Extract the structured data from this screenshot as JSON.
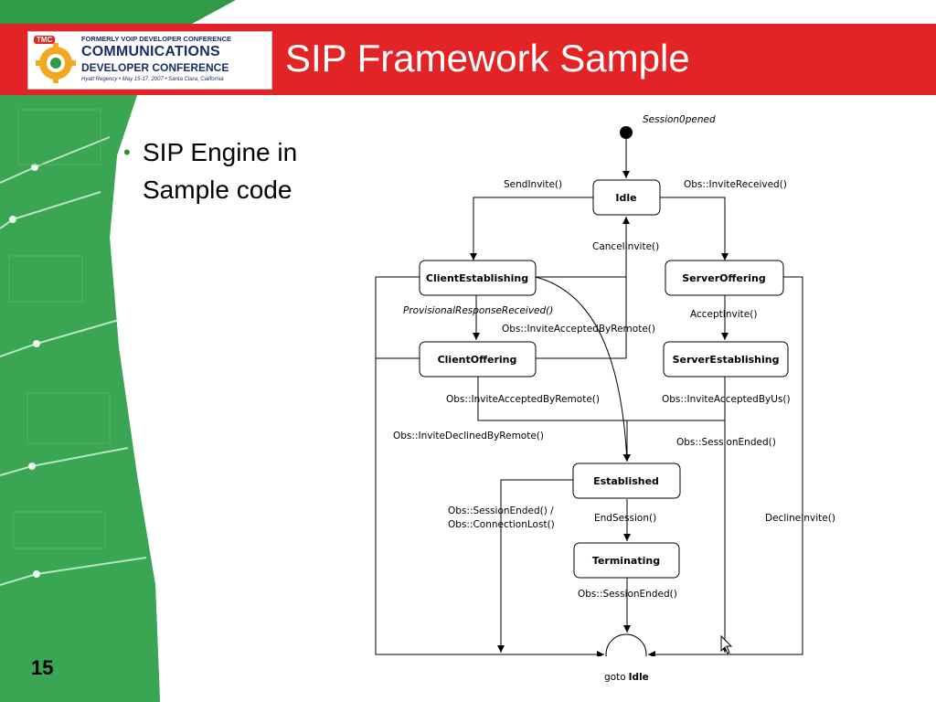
{
  "header": {
    "logo": {
      "tag": "TMC",
      "formerly": "FORMERLY VOIP DEVELOPER CONFERENCE",
      "line1": "COMMUNICATIONS",
      "line2": "DEVELOPER CONFERENCE",
      "line3": "Hyatt Regency • May 15-17, 2007 • Santa Clara, California"
    },
    "title": "SIP Framework Sample"
  },
  "bullet": {
    "line1": "SIP Engine in",
    "line2": "Sample code"
  },
  "page_number": "15",
  "diagram": {
    "initial_label": "Session0pened",
    "states": {
      "idle": "Idle",
      "client_establishing": "ClientEstablishing",
      "server_offering": "ServerOffering",
      "client_offering": "ClientOffering",
      "server_establishing": "ServerEstablishing",
      "established": "Established",
      "terminating": "Terminating"
    },
    "transitions": {
      "send_invite": "SendInvite()",
      "invite_received": "Obs::InviteReceived()",
      "cancel_invite": "CancelInvite()",
      "provisional": "ProvisionalResponseReceived()",
      "accepted_by_remote_1": "Obs::InviteAcceptedByRemote()",
      "accept_invite": "AcceptInvite()",
      "accepted_by_remote_2": "Obs::InviteAcceptedByRemote()",
      "accepted_by_us": "Obs::InviteAcceptedByUs()",
      "declined_by_remote": "Obs::InviteDeclinedByRemote()",
      "session_ended_1": "Obs::SessionEnded()",
      "session_ended_conn_1": "Obs::SessionEnded() /",
      "session_ended_conn_2": "Obs::ConnectionLost()",
      "end_session": "EndSession()",
      "decline_invite": "DeclineInvite()",
      "session_ended_2": "Obs::SessionEnded()"
    },
    "final": {
      "goto": "goto",
      "target": "Idle"
    }
  },
  "colors": {
    "header_red": "#e32426",
    "bullet_green": "#2e8b3a",
    "background_green": "#2f9a47"
  }
}
